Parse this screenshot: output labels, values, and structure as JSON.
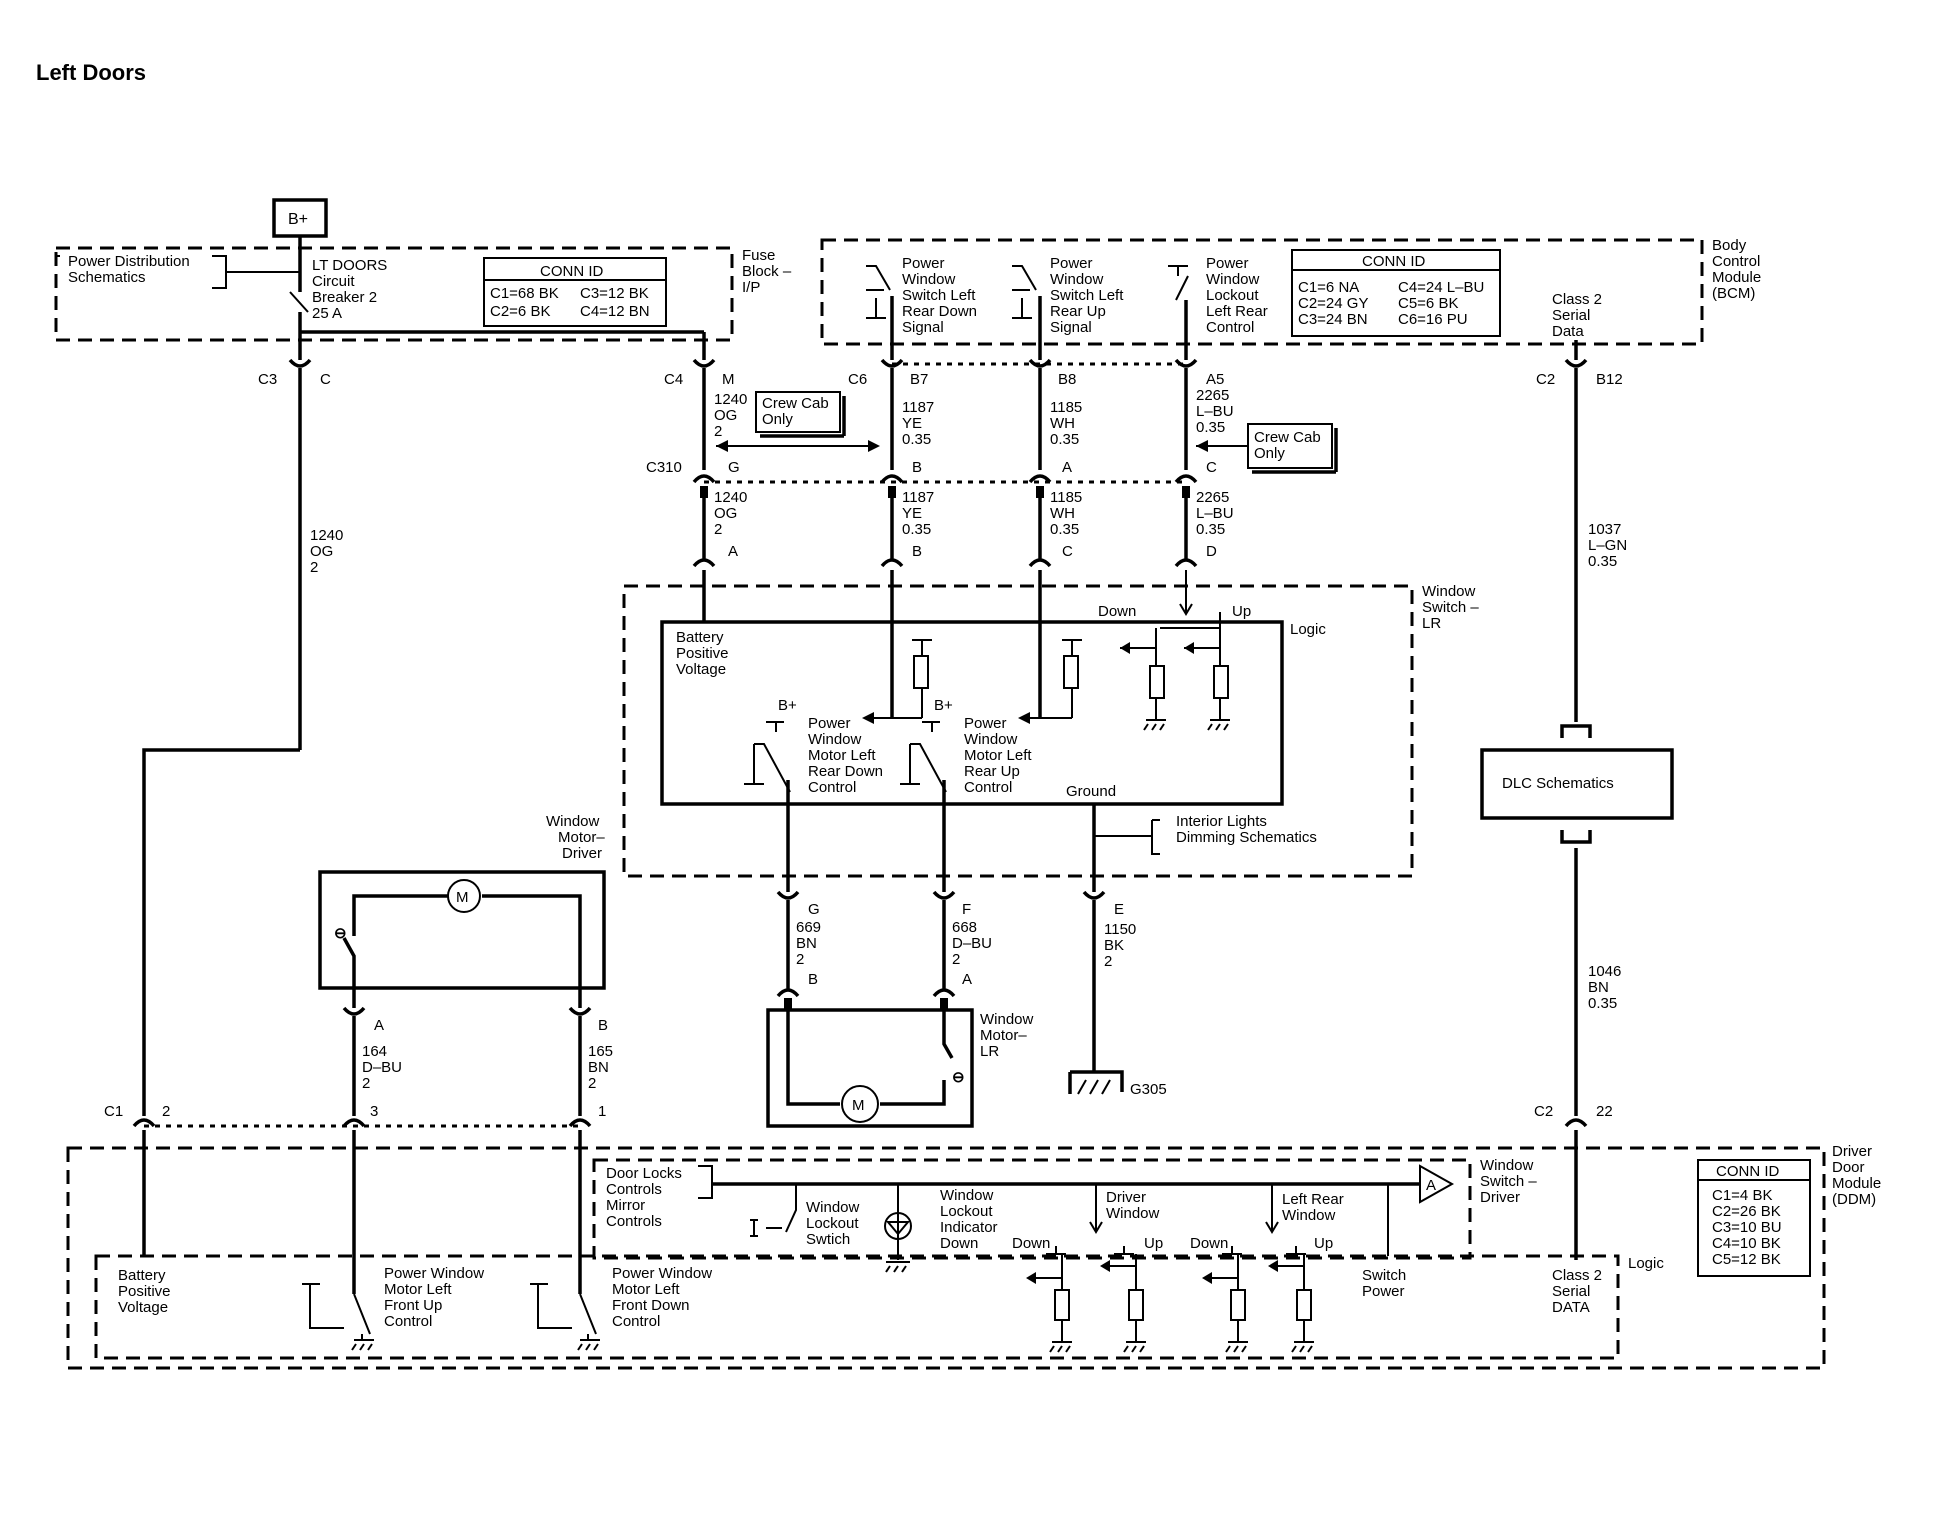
{
  "title": "Left Doors",
  "bplus": "B+",
  "conn_id_header": "CONN ID",
  "pds": [
    "Power Distribution",
    "Schematics"
  ],
  "cb": [
    "LT DOORS",
    "Circuit",
    "Breaker 2",
    "25 A"
  ],
  "fuse_block": [
    "Fuse",
    "Block –",
    "I/P"
  ],
  "fuse_conn": {
    "c1": "C1=68 BK",
    "c3": "C3=12 BK",
    "c2": "C2=6 BK",
    "c4": "C4=12 BN"
  },
  "bcm_label": [
    "Body",
    "Control",
    "Module",
    "(BCM)"
  ],
  "bcm_conn": {
    "c1": "C1=6 NA",
    "c4": "C4=24 L–BU",
    "c2": "C2=24 GY",
    "c5": "C5=6 BK",
    "c3": "C3=24 BN",
    "c6": "C6=16 PU"
  },
  "bcm_signals": {
    "rd": [
      "Power",
      "Window",
      "Switch Left",
      "Rear Down",
      "Signal"
    ],
    "ru": [
      "Power",
      "Window",
      "Switch Left",
      "Rear Up",
      "Signal"
    ],
    "lock": [
      "Power",
      "Window",
      "Lockout",
      "Left Rear",
      "Control"
    ],
    "class2": [
      "Class 2",
      "Serial",
      "Data"
    ]
  },
  "crew_cab": [
    "Crew Cab",
    "Only"
  ],
  "connectors": {
    "c3": "C3",
    "c": "C",
    "c4": "C4",
    "m": "M",
    "c6": "C6",
    "b7": "B7",
    "b8": "B8",
    "a5": "A5",
    "c2": "C2",
    "b12": "B12",
    "c310": "C310",
    "g": "G",
    "b": "B",
    "a": "A",
    "c_": "C",
    "d": "D",
    "f": "F",
    "e": "E",
    "c1": "C1",
    "p2": "2",
    "p3": "3",
    "p1": "1",
    "p22": "22"
  },
  "wires": {
    "w1240a": [
      "1240",
      "OG",
      "2"
    ],
    "w1240b": [
      "1240",
      "OG",
      "2"
    ],
    "w1240c": [
      "1240",
      "OG",
      "2"
    ],
    "w1187a": [
      "1187",
      "YE",
      "0.35"
    ],
    "w1187b": [
      "1187",
      "YE",
      "0.35"
    ],
    "w1185a": [
      "1185",
      "WH",
      "0.35"
    ],
    "w1185b": [
      "1185",
      "WH",
      "0.35"
    ],
    "w2265a": [
      "2265",
      "L–BU",
      "0.35"
    ],
    "w2265b": [
      "2265",
      "L–BU",
      "0.35"
    ],
    "w1037": [
      "1037",
      "L–GN",
      "0.35"
    ],
    "w669": [
      "669",
      "BN",
      "2"
    ],
    "w668": [
      "668",
      "D–BU",
      "2"
    ],
    "w1150": [
      "1150",
      "BK",
      "2"
    ],
    "w1046": [
      "1046",
      "BN",
      "0.35"
    ],
    "w164": [
      "164",
      "D–BU",
      "2"
    ],
    "w165": [
      "165",
      "BN",
      "2"
    ]
  },
  "window_switch_lr": [
    "Window",
    "Switch –",
    "LR"
  ],
  "logic": "Logic",
  "bpv": [
    "Battery",
    "Positive",
    "Voltage"
  ],
  "down": "Down",
  "up": "Up",
  "pwm_rd": [
    "Power",
    "Window",
    "Motor Left",
    "Rear Down",
    "Control"
  ],
  "pwm_ru": [
    "Power",
    "Window",
    "Motor Left",
    "Rear Up",
    "Control"
  ],
  "ground": "Ground",
  "interior": [
    "Interior Lights",
    "Dimming Schematics"
  ],
  "dlc": "DLC Schematics",
  "motor_driver": [
    "Window",
    "Motor–",
    "Driver"
  ],
  "motor_lr": [
    "Window",
    "Motor–",
    "LR"
  ],
  "motor_m": "M",
  "g305": "G305",
  "ddm_label": [
    "Driver",
    "Door",
    "Module",
    "(DDM)"
  ],
  "ddm_conn": [
    "C1=4 BK",
    "C2=26 BK",
    "C3=10 BU",
    "C4=10 BK",
    "C5=12 BK"
  ],
  "door_locks": [
    "Door Locks",
    "Controls",
    "Mirror",
    "Controls"
  ],
  "lockout_switch": [
    "Window",
    "Lockout",
    "Swtich"
  ],
  "lockout_ind": [
    "Window",
    "Lockout",
    "Indicator"
  ],
  "driver_window": [
    "Driver",
    "Window"
  ],
  "left_rear_window": [
    "Left Rear",
    "Window"
  ],
  "window_switch_driver": [
    "Window",
    "Switch –",
    "Driver"
  ],
  "switch_power": [
    "Switch",
    "Power"
  ],
  "class2_ddm": [
    "Class 2",
    "Serial",
    "DATA"
  ],
  "pwm_fu": [
    "Power Window",
    "Motor Left",
    "Front Up",
    "Control"
  ],
  "pwm_fd": [
    "Power Window",
    "Motor Left",
    "Front Down",
    "Control"
  ],
  "bpv2": [
    "Battery",
    "Positive",
    "Voltage"
  ],
  "amp_a": "A"
}
